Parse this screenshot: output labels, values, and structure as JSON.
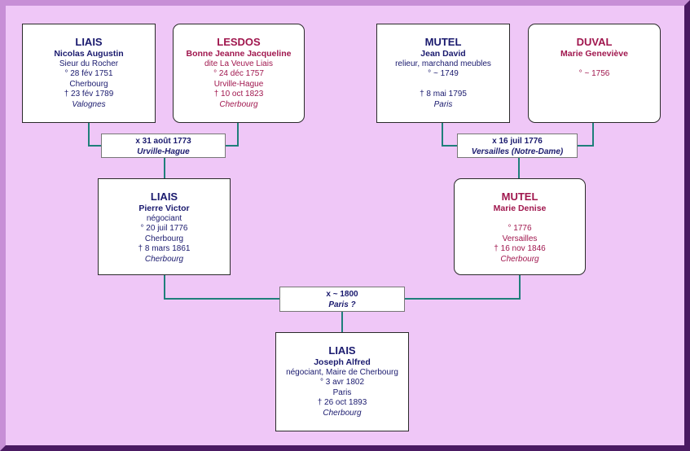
{
  "persons": {
    "p1": {
      "surname": "LIAIS",
      "given": "Nicolas Augustin",
      "lines": [
        "Sieur du Rocher",
        "° 28 fév 1751",
        "Cherbourg",
        "† 23 fév 1789",
        "Valognes"
      ]
    },
    "p2": {
      "surname": "LESDOS",
      "given": "Bonne Jeanne Jacqueline",
      "lines": [
        "dite La Veuve Liais",
        "° 24 déc 1757",
        "Urville-Hague",
        "† 10 oct 1823",
        "Cherbourg"
      ]
    },
    "p3": {
      "surname": "MUTEL",
      "given": "Jean David",
      "lines": [
        "relieur, marchand meubles",
        "° ~ 1749",
        "",
        "† 8 mai 1795",
        "Paris"
      ]
    },
    "p4": {
      "surname": "DUVAL",
      "given": "Marie Geneviève",
      "lines": [
        "",
        "° ~ 1756"
      ]
    },
    "p5": {
      "surname": "LIAIS",
      "given": "Pierre Victor",
      "lines": [
        "négociant",
        "° 20 juil 1776",
        "Cherbourg",
        "† 8 mars 1861",
        "Cherbourg"
      ]
    },
    "p6": {
      "surname": "MUTEL",
      "given": "Marie Denise",
      "lines": [
        "",
        "° 1776",
        "Versailles",
        "† 16 nov 1846",
        "Cherbourg"
      ]
    },
    "p7": {
      "surname": "LIAIS",
      "given": "Joseph Alfred",
      "lines": [
        "négociant, Maire de Cherbourg",
        "° 3 avr 1802",
        "Paris",
        "† 26 oct 1893",
        "Cherbourg"
      ]
    }
  },
  "marriages": {
    "m1": {
      "date": "x 31 août 1773",
      "place": "Urville-Hague"
    },
    "m2": {
      "date": "x 16 juil 1776",
      "place": "Versailles (Notre-Dame)"
    },
    "m3": {
      "date": "x ~ 1800",
      "place": "Paris ?"
    }
  },
  "colors": {
    "background": "#efc7f7",
    "male_text": "#1a1a6e",
    "female_text": "#a0174e",
    "connector": "#1f7f7a"
  }
}
